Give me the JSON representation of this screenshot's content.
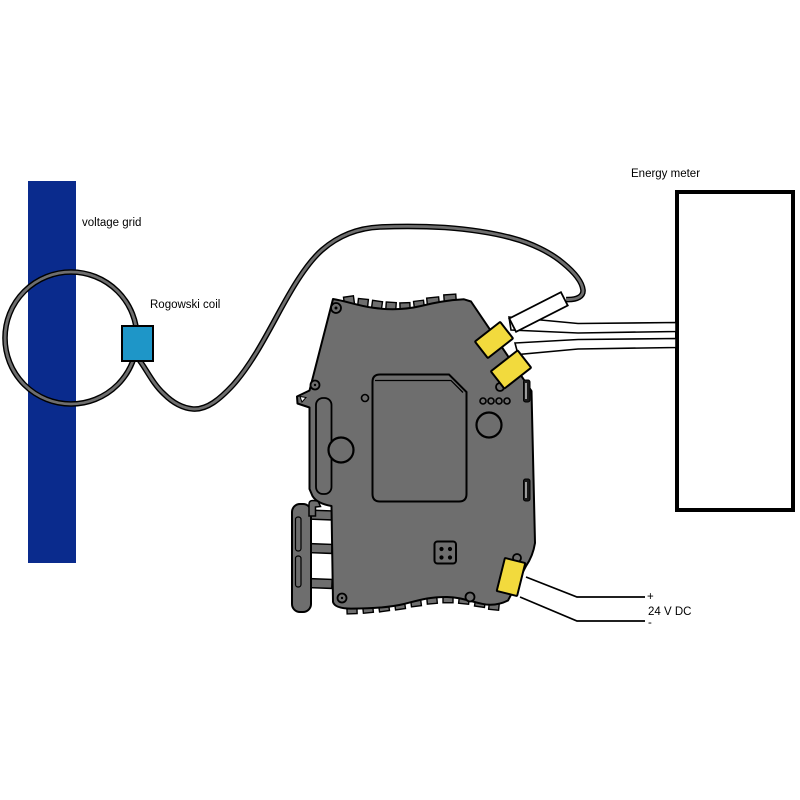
{
  "diagram": {
    "labels": {
      "voltage_grid": "voltage grid",
      "rogowski_coil": "Rogowski coil",
      "energy_meter": "Energy meter",
      "power_plus": "+",
      "power_supply": "24 V DC",
      "power_minus": "-"
    },
    "colors": {
      "bar_blue": "#0a2b8d",
      "coil_teal": "#1e96c8",
      "device_gray": "#6e6e6e",
      "terminal_yellow": "#f2da3d",
      "wire_white": "#ffffff",
      "line_black": "#000000"
    }
  }
}
